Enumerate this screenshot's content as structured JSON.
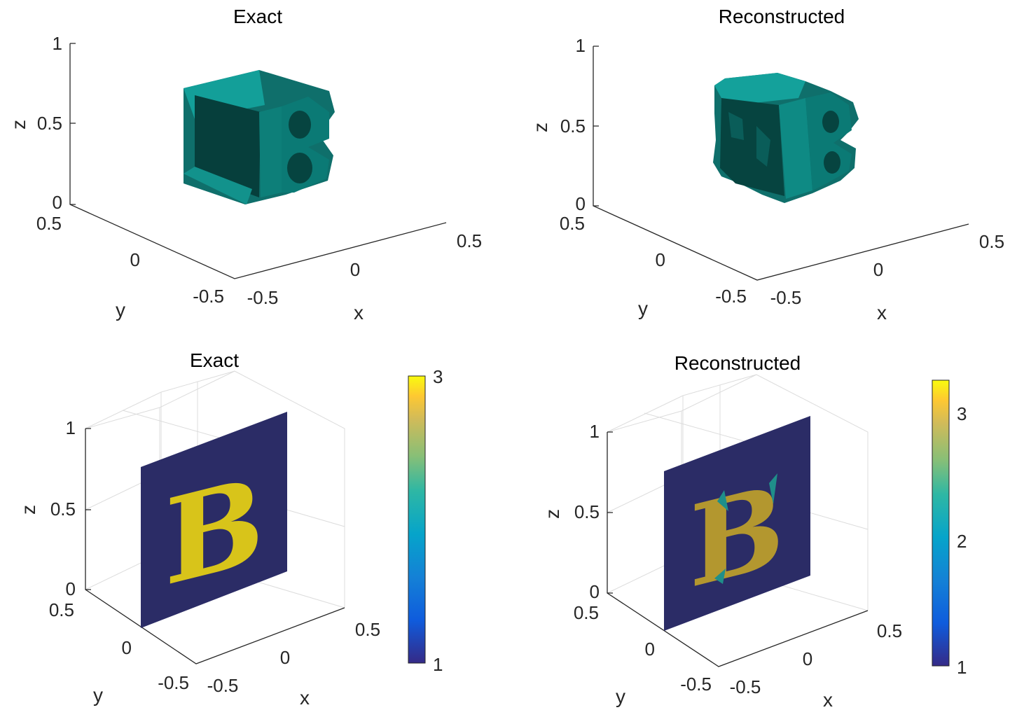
{
  "chart_data": [
    {
      "type": "3d-surface",
      "title": "Exact",
      "xlabel": "x",
      "ylabel": "y",
      "zlabel": "z",
      "xticks": [
        "-0.5",
        "0",
        "0.5"
      ],
      "yticks": [
        "0.5",
        "0",
        "-0.5"
      ],
      "zticks": [
        "0",
        "0.5",
        "1"
      ],
      "xlim": [
        -0.5,
        0.5
      ],
      "ylim": [
        -0.5,
        0.5
      ],
      "zlim": [
        0,
        1
      ],
      "surface_color": "#119e98",
      "shape": "extruded letter B"
    },
    {
      "type": "3d-surface",
      "title": "Reconstructed",
      "xlabel": "x",
      "ylabel": "y",
      "zlabel": "z",
      "xticks": [
        "-0.5",
        "0",
        "0.5"
      ],
      "yticks": [
        "0.5",
        "0",
        "-0.5"
      ],
      "zticks": [
        "0",
        "0.5",
        "1"
      ],
      "xlim": [
        -0.5,
        0.5
      ],
      "ylim": [
        -0.5,
        0.5
      ],
      "zlim": [
        0,
        1
      ],
      "surface_color": "#119e98",
      "shape": "reconstructed letter B"
    },
    {
      "type": "heatmap",
      "title": "Exact",
      "xlabel": "x",
      "ylabel": "y",
      "zlabel": "z",
      "xticks": [
        "-0.5",
        "0",
        "0.5"
      ],
      "yticks": [
        "0.5",
        "0",
        "-0.5"
      ],
      "zticks": [
        "0",
        "0.5",
        "1"
      ],
      "grid": true,
      "colorbar": {
        "min": 1,
        "max": 3,
        "ticks": [
          "1",
          "3"
        ],
        "colormap": "parula"
      },
      "background_value": 1,
      "letter_value": 3,
      "letter_color": "#d8c41a"
    },
    {
      "type": "heatmap",
      "title": "Reconstructed",
      "xlabel": "x",
      "ylabel": "y",
      "zlabel": "z",
      "xticks": [
        "-0.5",
        "0",
        "0.5"
      ],
      "yticks": [
        "0.5",
        "0",
        "-0.5"
      ],
      "zticks": [
        "0",
        "0.5",
        "1"
      ],
      "grid": true,
      "colorbar": {
        "min": 1,
        "max": 3.2,
        "ticks": [
          "1",
          "2",
          "3"
        ],
        "colormap": "parula"
      },
      "background_value": 1,
      "letter_value": 3,
      "letter_color": "#c2a32a"
    }
  ]
}
